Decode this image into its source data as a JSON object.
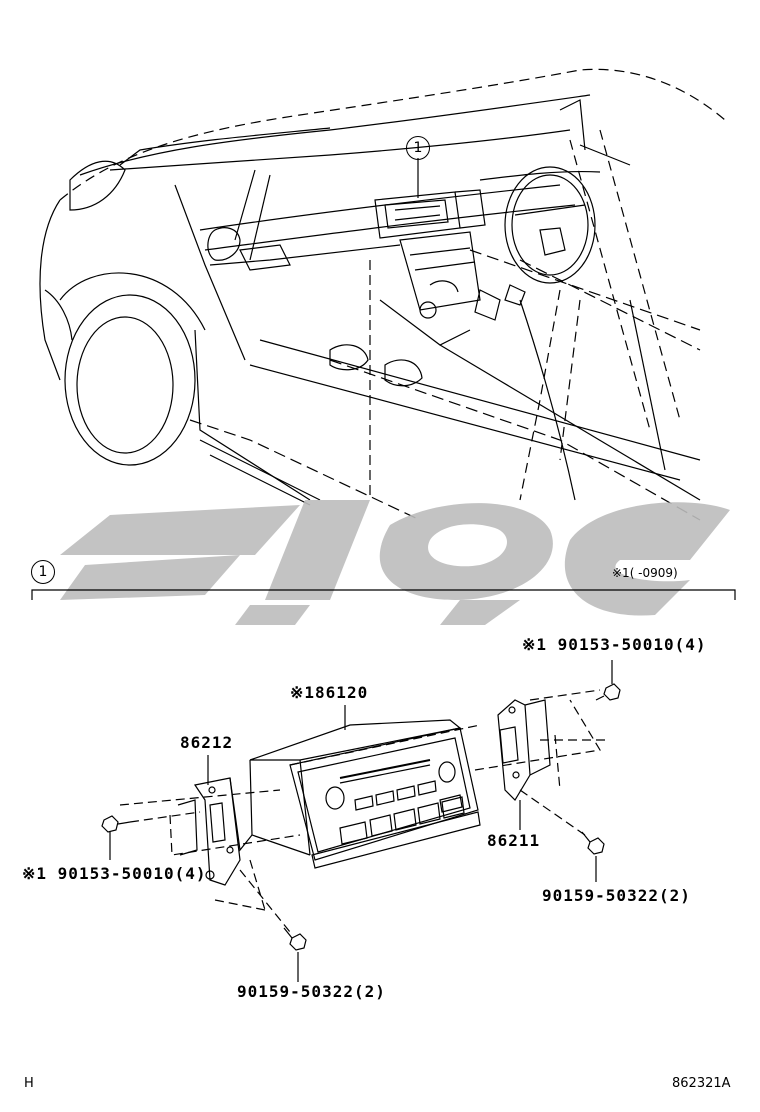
{
  "callout": "1",
  "section": {
    "number": "1",
    "note": "※1(      -0909)"
  },
  "parts": {
    "radio_receiver": "※186120",
    "bracket_left": "86212",
    "bracket_right": "86211",
    "screw_upper_right": "※1 90153-50010(4)",
    "screw_left": "※1 90153-50010(4)",
    "bolt_right": "90159-50322(2)",
    "bolt_bottom": "90159-50322(2)"
  },
  "footer": {
    "left_code": "H",
    "figure_id": "862321A"
  },
  "watermark_color": "#bdbdbd"
}
